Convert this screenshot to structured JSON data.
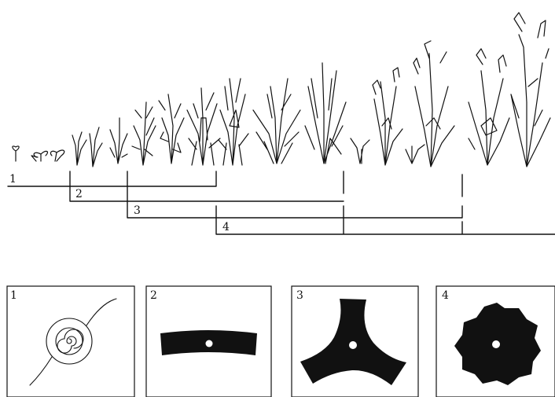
{
  "growth_ranges": [
    {
      "label": "1"
    },
    {
      "label": "2"
    },
    {
      "label": "3"
    },
    {
      "label": "4"
    }
  ],
  "blade_panels": [
    {
      "label": "1",
      "icon": "nylon-cord-head-icon"
    },
    {
      "label": "2",
      "icon": "two-tooth-blade-icon"
    },
    {
      "label": "3",
      "icon": "three-tooth-blade-icon"
    },
    {
      "label": "4",
      "icon": "multi-tooth-disc-blade-icon"
    }
  ]
}
